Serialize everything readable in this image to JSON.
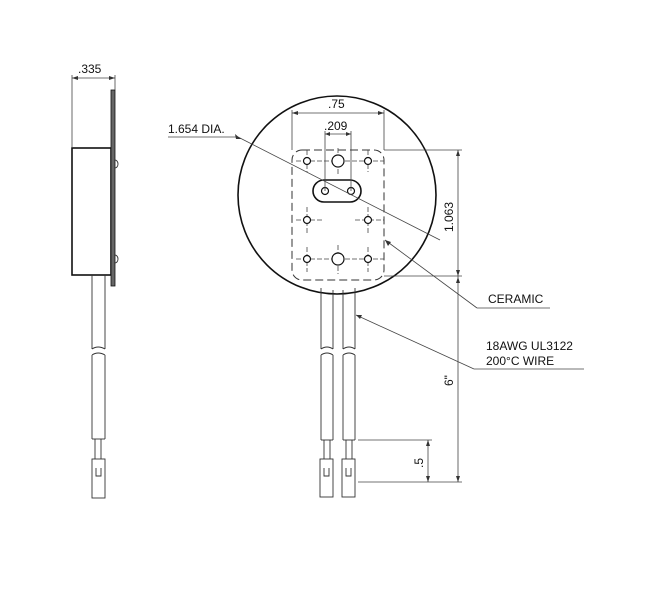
{
  "drawing": {
    "title": "Ceramic lamp socket — technical dimension drawing",
    "views": [
      "side-view",
      "front-view"
    ],
    "side_view": {
      "thickness_dim": ".335"
    },
    "front_view": {
      "diameter_label": "1.654 DIA.",
      "width_dim": ".75",
      "pin_spacing_dim": ".209",
      "height_dim": "1.063",
      "lead_length_dim": "6\"",
      "strip_length_dim": ".5"
    },
    "callouts": {
      "ceramic": "CERAMIC",
      "wire_line1": "18AWG UL3122",
      "wire_line2": "200°C WIRE"
    },
    "colors": {
      "line": "#111111",
      "background": "#ffffff"
    }
  }
}
